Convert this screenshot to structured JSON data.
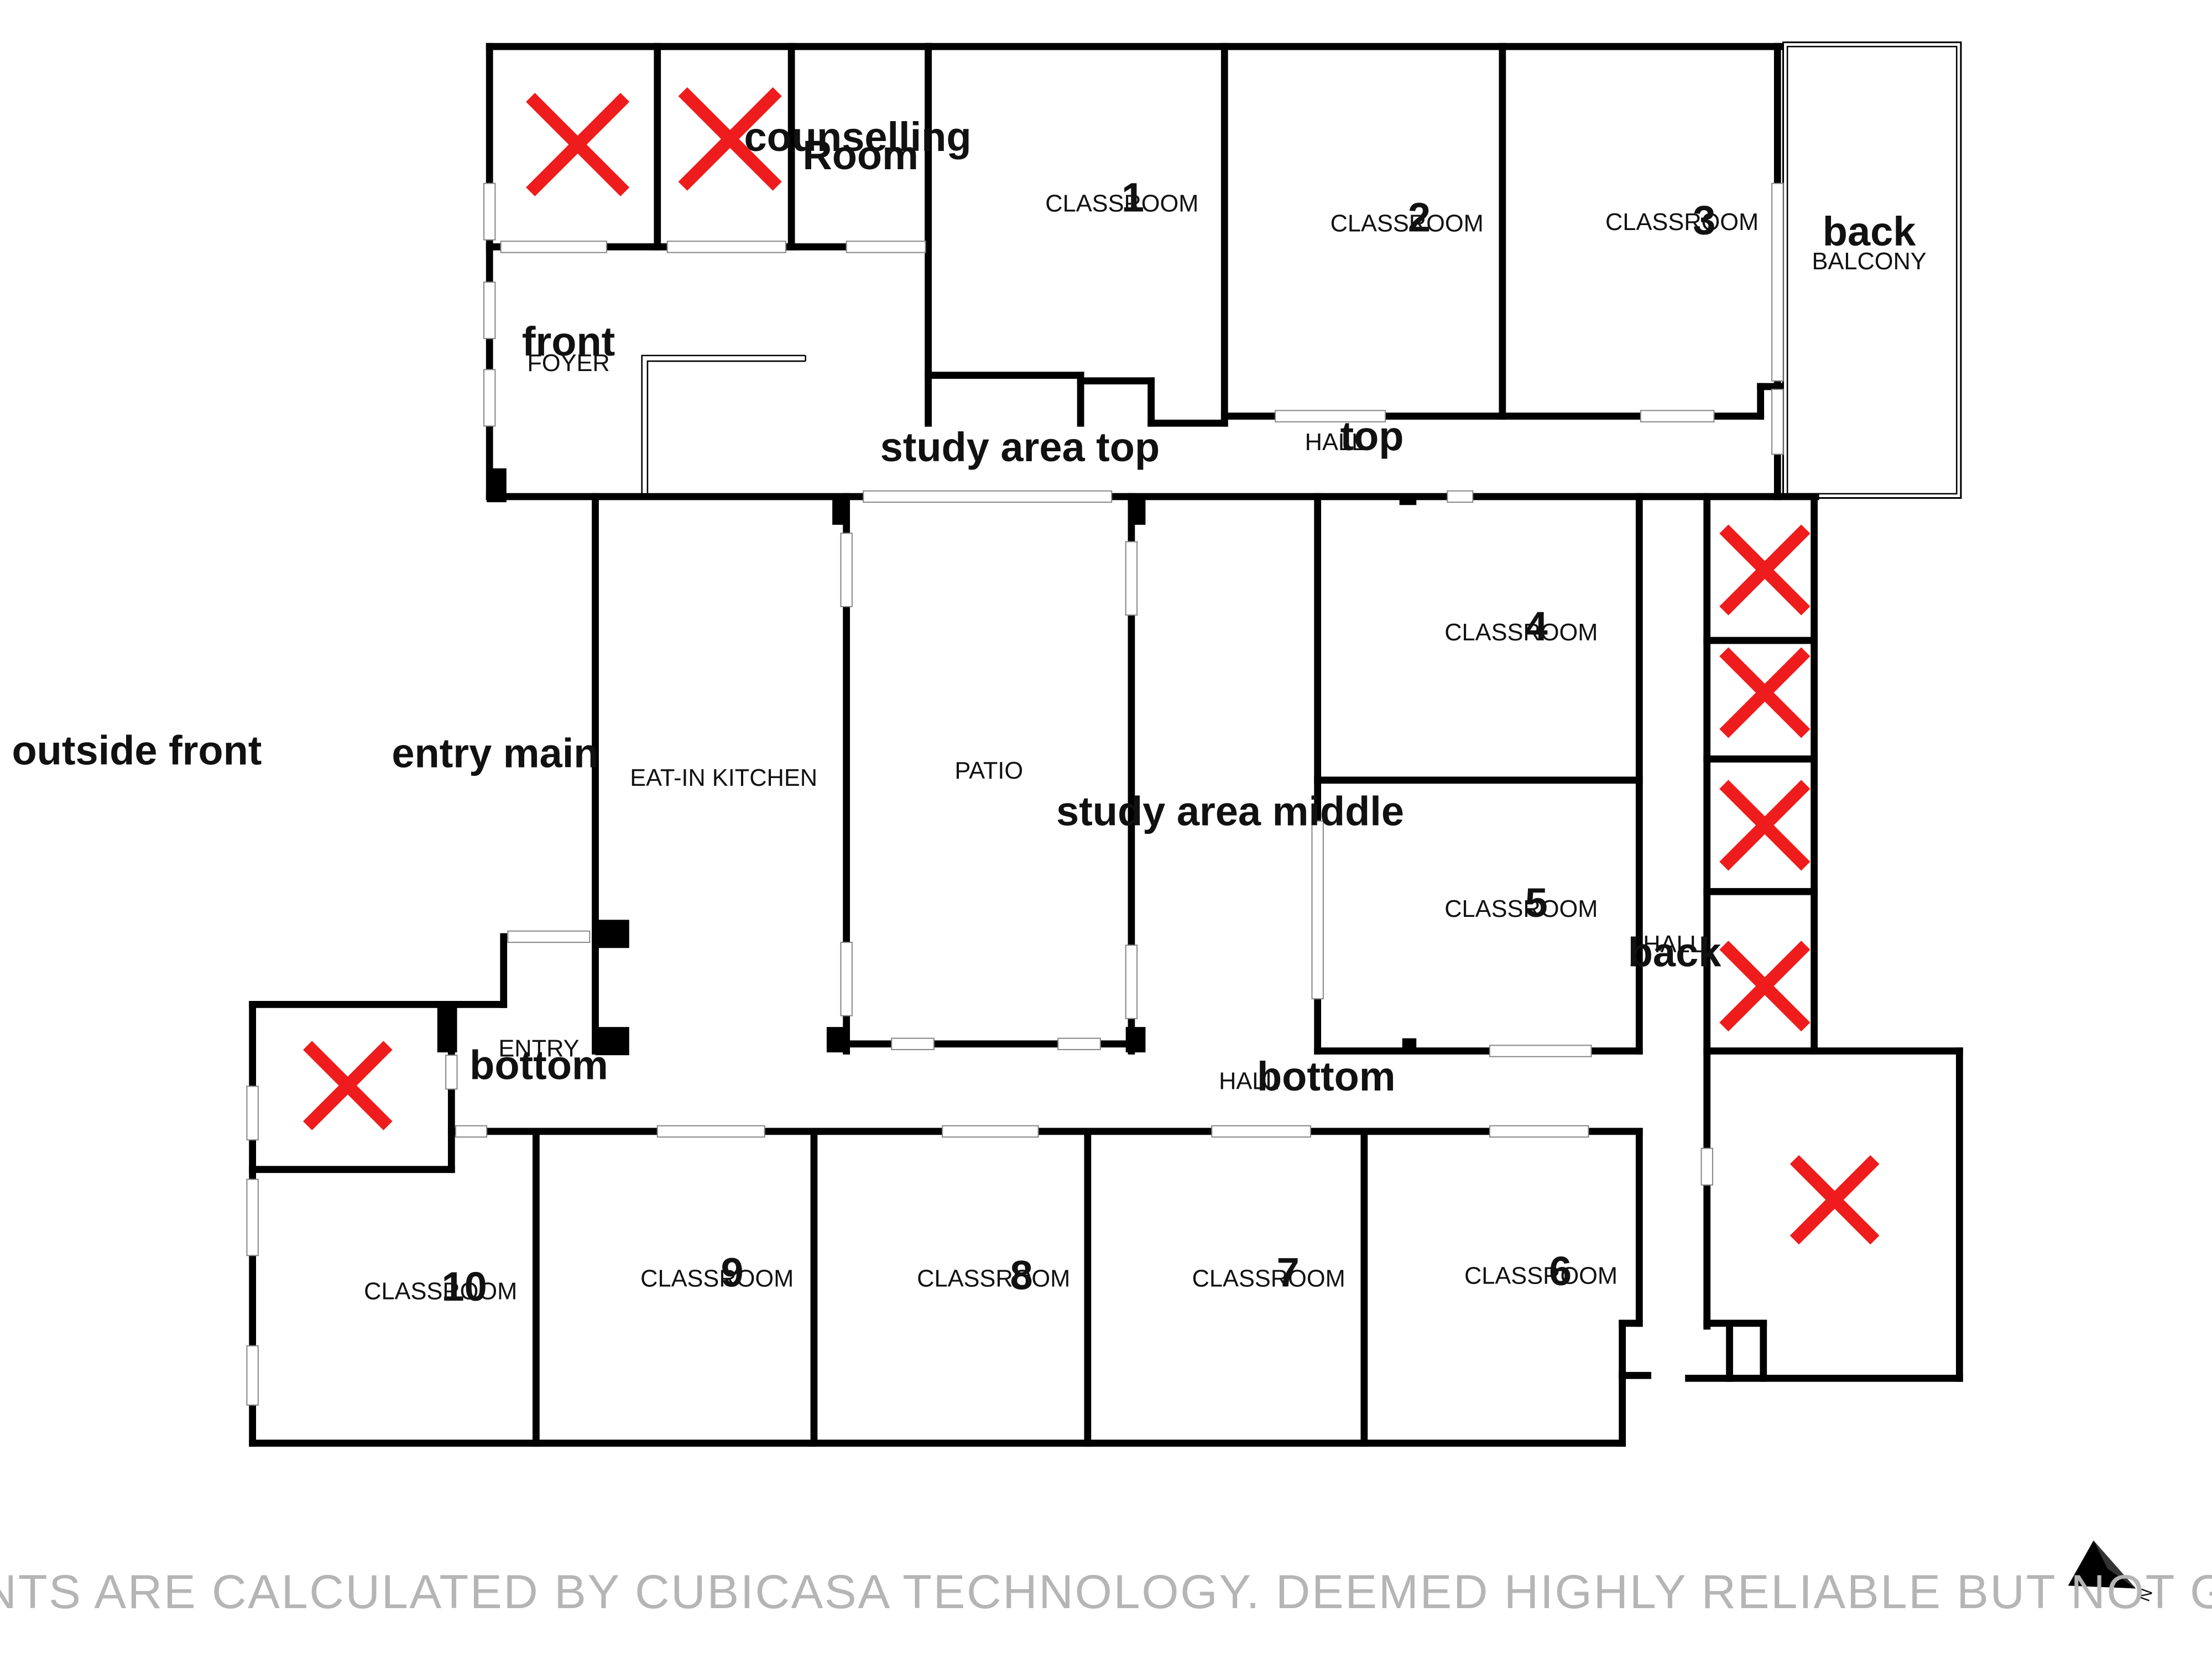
{
  "colors": {
    "wall": "#000000",
    "cross": "#ee1c1c",
    "disclaimer": "#b5b5b5",
    "background": "#ffffff"
  },
  "rooms": {
    "counselling": {
      "line1": "counselling",
      "line2": "Room"
    },
    "classroom1": {
      "name": "CLASSROOM",
      "num": "1"
    },
    "classroom2": {
      "name": "CLASSROOM",
      "num": "2"
    },
    "classroom3": {
      "name": "CLASSROOM",
      "num": "3"
    },
    "balcony": {
      "line1": "back",
      "line2": "BALCONY"
    },
    "foyer": {
      "line1": "front",
      "line2": "FOYER"
    },
    "study_top": {
      "label": "study area top"
    },
    "hall_top": {
      "prefix": "HALL",
      "label": "top"
    },
    "outside_front": {
      "label": "outside front"
    },
    "entry_main": {
      "label": "entry main"
    },
    "kitchen": {
      "label": "EAT-IN KITCHEN"
    },
    "patio": {
      "label": "PATIO"
    },
    "study_middle": {
      "label": "study area middle"
    },
    "classroom4": {
      "name": "CLASSROOM",
      "num": "4"
    },
    "classroom5": {
      "name": "CLASSROOM",
      "num": "5"
    },
    "hall_back": {
      "prefix": "HALL",
      "label": "back"
    },
    "entry_bottom": {
      "prefix": "ENTRY",
      "label": "bottom"
    },
    "hall_bottom": {
      "prefix": "HALL",
      "label": "bottom"
    },
    "classroom6": {
      "name": "CLASSROOM",
      "num": "6"
    },
    "classroom7": {
      "name": "CLASSROOM",
      "num": "7"
    },
    "classroom8": {
      "name": "CLASSROOM",
      "num": "8"
    },
    "classroom9": {
      "name": "CLASSROOM",
      "num": "9"
    },
    "classroom10": {
      "name": "CLASSROOM",
      "num": "10"
    }
  },
  "compass": {
    "label": "N"
  },
  "disclaimer": "MEASUREMENTS ARE CALCULATED BY CUBICASA TECHNOLOGY. DEEMED HIGHLY RELIABLE BUT NOT GUARANTEED."
}
